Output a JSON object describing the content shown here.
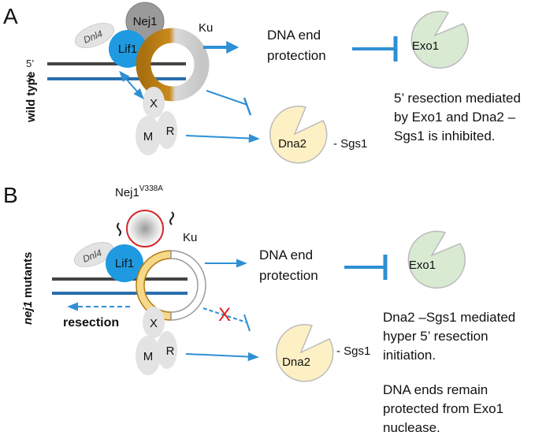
{
  "panel_a": {
    "letter": "A",
    "side_label": "wild type",
    "strand_top": "5’",
    "strand_bottom": "3’",
    "proteins": {
      "dnl4": "Dnl4",
      "lif1": "Lif1",
      "nej1": "Nej1",
      "ku": "Ku",
      "x": "X",
      "m": "M",
      "r": "R"
    },
    "outcome_line1": "DNA end",
    "outcome_line2": "protection",
    "exo1": "Exo1",
    "dna2": "Dna2",
    "sgs1": "- Sgs1",
    "note_lines": [
      "5’ resection mediated",
      "by Exo1 and Dna2 –",
      "Sgs1 is inhibited."
    ]
  },
  "panel_b": {
    "letter": "B",
    "side_label_italic": "nej1",
    "side_label_rest": " mutants",
    "nej1_mutant_base": "Nej1",
    "nej1_mutant_sup": "V338A",
    "proteins": {
      "dnl4": "Dnl4",
      "lif1": "Lif1",
      "ku": "Ku",
      "x": "X",
      "m": "M",
      "r": "R"
    },
    "resection_label": "resection",
    "blocked_mark": "X",
    "outcome_line1": "DNA end",
    "outcome_line2": "protection",
    "exo1": "Exo1",
    "dna2": "Dna2",
    "sgs1": "- Sgs1",
    "note1_lines": [
      "Dna2 –Sgs1 mediated",
      "hyper 5’ resection",
      "initiation."
    ],
    "note2_lines": [
      "DNA ends remain",
      "protected from Exo1",
      "nuclease."
    ]
  },
  "colors": {
    "dna_black": "#444444",
    "dna_blue": "#2a6fad",
    "arrow_blue": "#2e8fd4",
    "lif1_blue": "#1f9ae0",
    "ku_gold": "#b27a12",
    "ku_pale": "#f6d889",
    "exo1_green": "#d9ead3",
    "dna2_yellow": "#fdf0c4",
    "red_cross": "#e0201b"
  }
}
